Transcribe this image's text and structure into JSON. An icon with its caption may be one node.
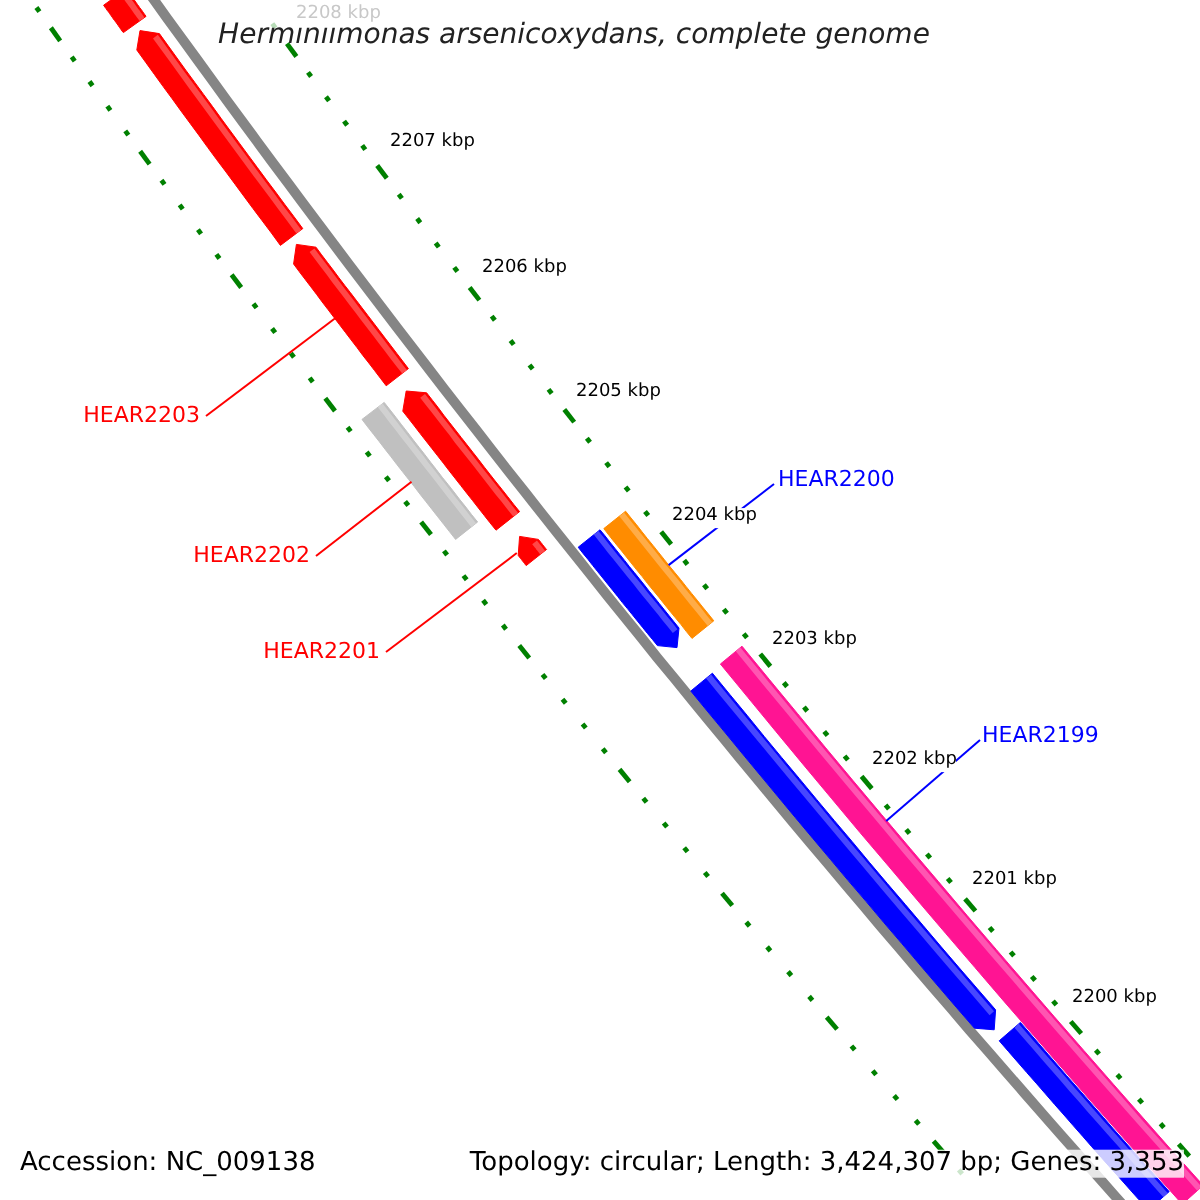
{
  "diagram": {
    "title": "Herminiimonas arsenicoxydans, complete genome",
    "nodes": [
      {
        "text": [
          "HEAR2203"
        ]
      },
      {
        "text": [
          "HEAR2200"
        ]
      },
      {
        "text": [
          "HEAR2202"
        ]
      },
      {
        "text": [
          "HEAR2201"
        ]
      },
      {
        "text": [
          "HEAR2199"
        ]
      },
      {
        "text": [],
        "shape": "bar"
      },
      {
        "text": [],
        "shape": "bar"
      },
      {
        "text": [],
        "shape": "bar"
      },
      {
        "text": [],
        "shape": "bar"
      },
      {
        "text": [],
        "shape": "bar"
      },
      {
        "text": [],
        "shape": "bar"
      },
      {
        "text": [],
        "shape": "bar"
      },
      {
        "text": [],
        "shape": "bar"
      },
      {
        "text": [],
        "shape": "bar"
      },
      {
        "text": [],
        "shape": "bar"
      },
      {
        "text": [],
        "shape": "bar"
      }
    ],
    "edges": [
      {
        "from": 0,
        "to": 7,
        "arrow": "none"
      },
      {
        "from": 1,
        "to": 10,
        "arrow": "none",
        "color": "#0000ff"
      },
      {
        "from": 2,
        "to": 9,
        "arrow": "none"
      },
      {
        "from": 3,
        "to": 12,
        "arrow": "none"
      },
      {
        "from": 4,
        "to": 13,
        "arrow": "none",
        "color": "#0000ff"
      }
    ],
    "labels": [
      "2208 kbp",
      "2207 kbp",
      "2206 kbp",
      "2205 kbp",
      "2204 kbp",
      "2203 kbp",
      "2202 kbp",
      "2201 kbp",
      "2200 kbp",
      "Accession: NC_009138",
      "Topology: circular; Length: 3,424,307 bp; Genes: 3,353"
    ]
  }
}
